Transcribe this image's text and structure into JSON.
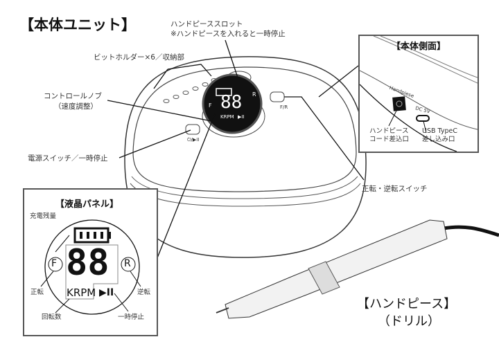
{
  "main_title": "【本体ユニット】",
  "callouts": {
    "slot_line1": "ハンドピーススロット",
    "slot_line2": "※ハンドピースを入れると一時停止",
    "bit_holder": "ビットホルダー×6／収納部",
    "knob_line1": "コントロールノブ",
    "knob_line2": "（速度調整）",
    "power": "電源スイッチ／一時停止",
    "fr_switch": "正転・逆転スイッチ"
  },
  "device_labels": {
    "display_digits": "88",
    "krpm": "KRPM",
    "play_pause": "▶II",
    "f": "F",
    "r": "R",
    "fr_button": "F/R",
    "power_button": "⏻/▶II"
  },
  "side_panel": {
    "title": "【本体側面】",
    "handpiece_port_label": "Handpiese",
    "dc_label": "DC 5V",
    "cord_line1": "ハンドピース",
    "cord_line2": "コード差込口",
    "usb_line1": "USB TypeC",
    "usb_line2": "差し込み口"
  },
  "lcd_panel": {
    "title": "【液晶パネル】",
    "battery": "充電残量",
    "digits": "88",
    "f": "F",
    "r": "R",
    "krpm": "KRPM",
    "play_pause": "▶II",
    "forward": "正転",
    "reverse": "逆転",
    "rpm": "回転数",
    "pause": "一時停止"
  },
  "handpiece": {
    "title": "【ハンドピース】",
    "subtitle": "（ドリル）"
  }
}
